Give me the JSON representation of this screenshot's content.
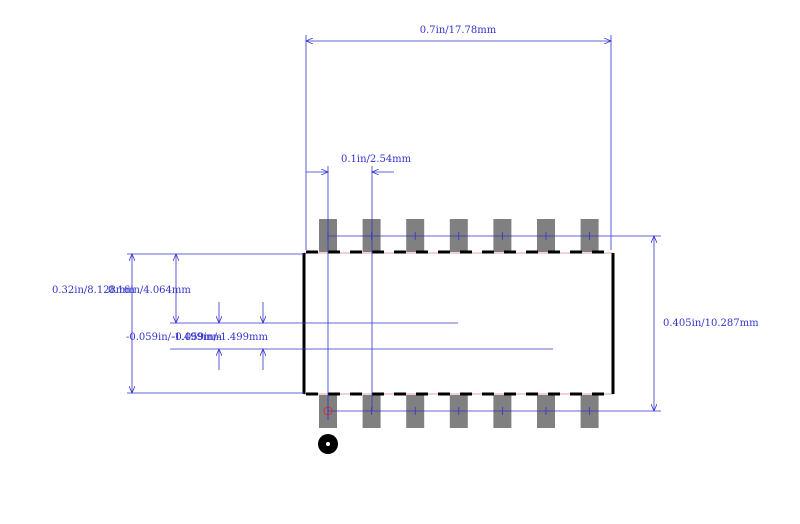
{
  "colors": {
    "dimension": "#3333cc",
    "body_outline": "#000000",
    "pad": "#808080",
    "pin1_marker": "#cc3333",
    "pin1_dot": "#000000",
    "body_edge": "#e8a0a0"
  },
  "dimensions": {
    "overall_width": "0.7in/17.78mm",
    "pin_pitch": "0.1in/2.54mm",
    "overall_height": "0.405in/10.287mm",
    "body_height": "0.32in/8.128mm",
    "pad_to_center": "0.16in/4.064mm",
    "offset_a": "-0.059in/-1.499mm",
    "offset_b": "-0.059in/-1.499mm"
  },
  "pins": {
    "top_count": 7,
    "bottom_count": 7
  }
}
